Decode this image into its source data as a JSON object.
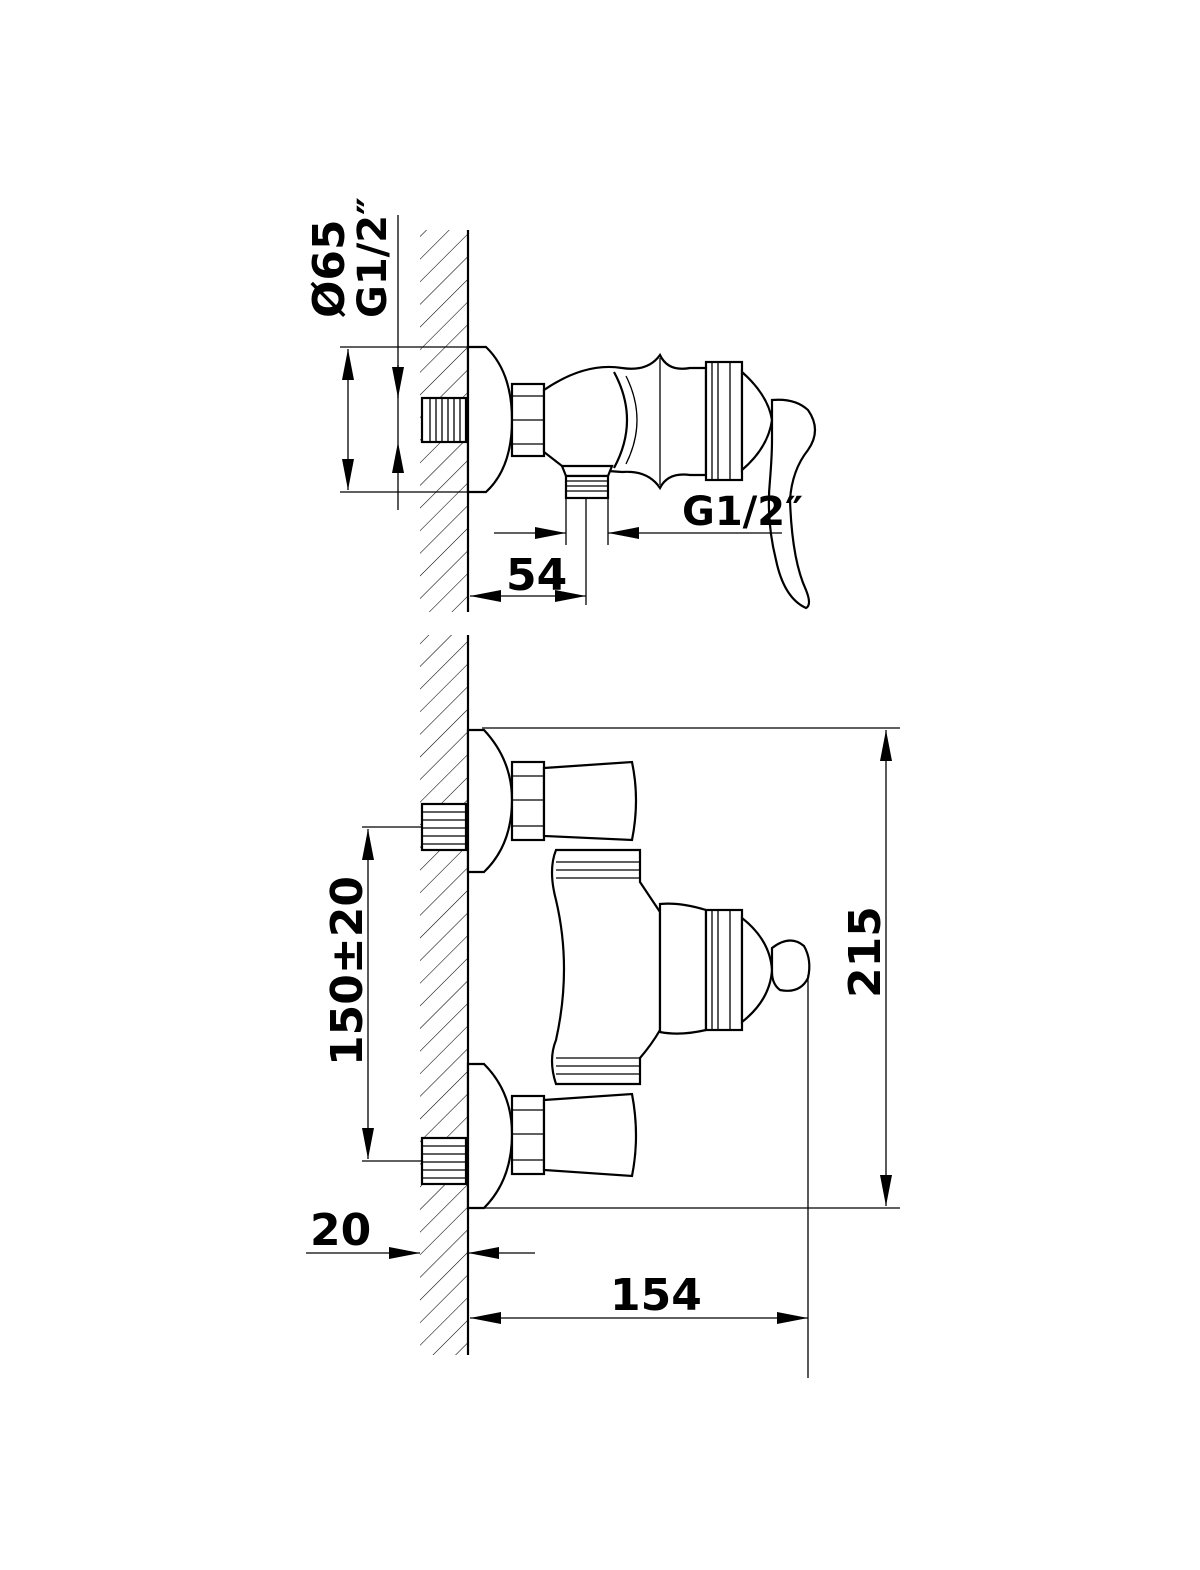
{
  "side_view": {
    "dia_label": "Ø65",
    "thread_top_label": "G1/2″",
    "thread_outlet_label": "G1/2″",
    "offset_label": "54"
  },
  "front_view": {
    "spacing_label": "150±20",
    "height_label": "215",
    "wall_label": "20",
    "depth_label": "154"
  },
  "colors": {
    "line": "#000000",
    "background": "#ffffff"
  }
}
